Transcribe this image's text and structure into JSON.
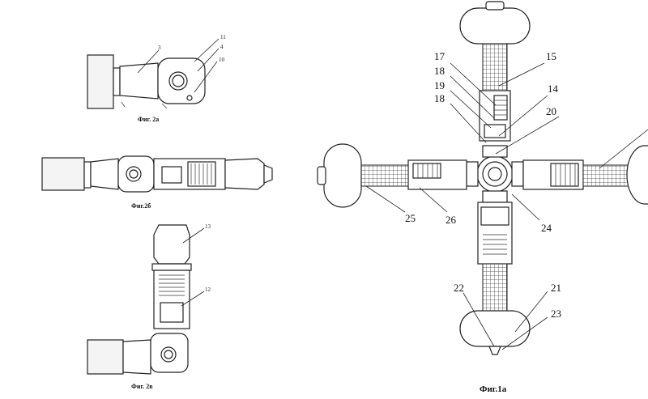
{
  "figures": {
    "fig2a": {
      "caption": "Фиг. 2а",
      "labels": [
        "3",
        "11",
        "4",
        "10"
      ]
    },
    "fig2b": {
      "caption": "Фиг.2б"
    },
    "fig2v": {
      "caption": "Фиг. 2в",
      "labels": [
        "13",
        "12"
      ]
    },
    "fig1a": {
      "caption": "Фиг.1а",
      "labels": [
        "15",
        "17",
        "18",
        "19",
        "14",
        "18",
        "20",
        "25",
        "26",
        "24",
        "22",
        "21",
        "23"
      ]
    }
  }
}
